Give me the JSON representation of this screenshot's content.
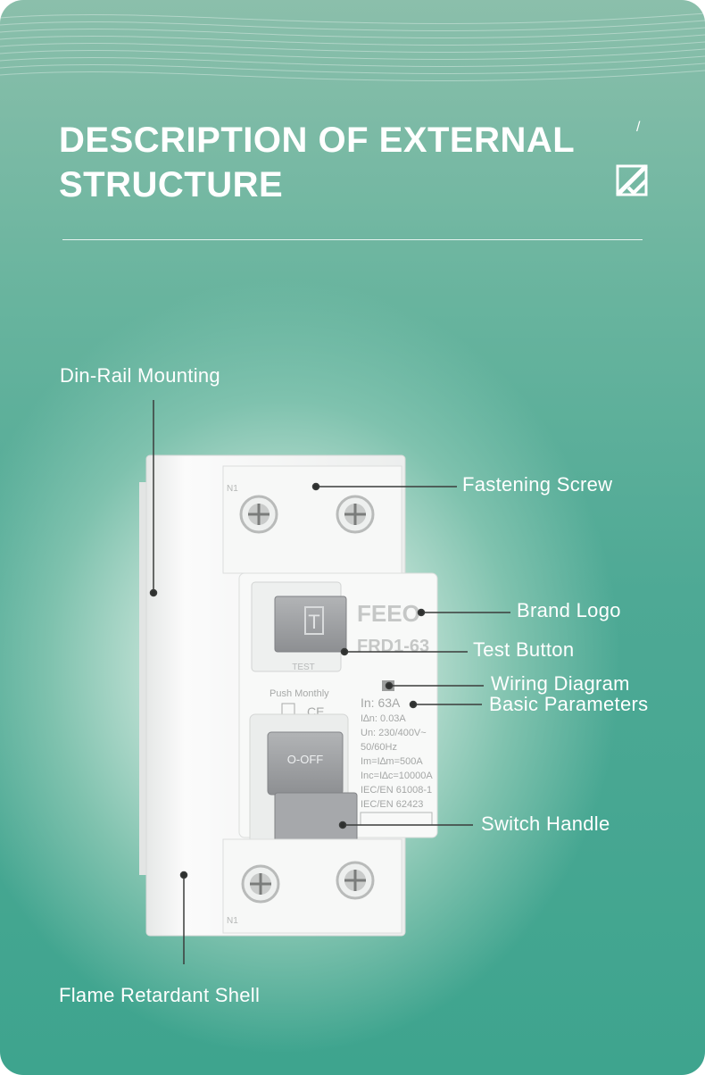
{
  "header": {
    "title_line1": "DESCRIPTION OF EXTERNAL",
    "title_line2": "STRUCTURE",
    "corner_mark": "/"
  },
  "callouts": {
    "din_rail": "Din-Rail Mounting",
    "fastening_screw": "Fastening Screw",
    "brand_logo": "Brand Logo",
    "test_button": "Test Button",
    "wiring_diagram": "Wiring Diagram",
    "basic_parameters": "Basic Parameters",
    "switch_handle": "Switch Handle",
    "flame_shell": "Flame Retardant Shell"
  },
  "device": {
    "brand": "FEEO",
    "model": "FRD1-63",
    "test_key": "T",
    "test_text": "TEST",
    "push_monthly": "Push Monthly",
    "ce_mark": "CE",
    "handle_text": "O-OFF",
    "terminal_top": "N1",
    "terminal_bottom": "N1",
    "params": [
      "In: 63A",
      "I∆n: 0.03A",
      "Un: 230/400V~",
      "50/60Hz",
      "Im=I∆m=500A",
      "Inc=I∆c=10000A",
      "IEC/EN 61008-1",
      "IEC/EN 62423"
    ]
  },
  "colors": {
    "accent_green": "#3ea48e",
    "device_white": "#f4f5f4",
    "button_grey": "#9b9d9f"
  }
}
